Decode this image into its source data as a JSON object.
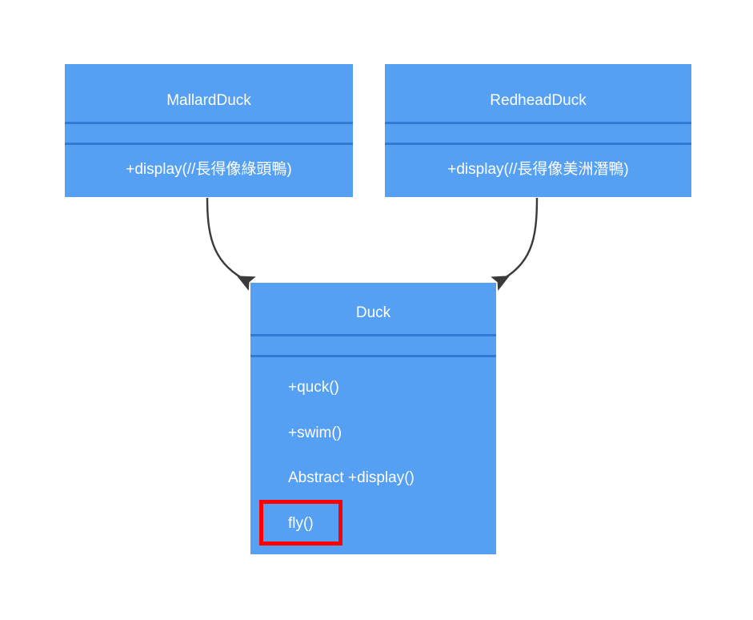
{
  "diagram": {
    "title": "Duck class hierarchy UML diagram",
    "background_color": "#ffffff",
    "box_fill_color": "#55a0f2",
    "box_separator_color": "#2f7ad4",
    "text_color": "#ffffff",
    "arrow_color": "#3a3a3a",
    "highlight_color": "#ff0000"
  },
  "classes": {
    "mallard_duck": {
      "name": "MallardDuck",
      "attributes": [],
      "methods": [
        "+display(//長得像綠頭鴨)"
      ]
    },
    "redhead_duck": {
      "name": "RedheadDuck",
      "attributes": [],
      "methods": [
        "+display(//長得像美洲潛鴨)"
      ]
    },
    "duck": {
      "name": "Duck",
      "attributes": [],
      "methods": [
        "+quck()",
        "+swim()",
        "Abstract +display()",
        "fly()"
      ],
      "highlighted_method": "fly()"
    }
  },
  "relationships": [
    {
      "from": "MallardDuck",
      "to": "Duck",
      "type": "inheritance-arrow"
    },
    {
      "from": "RedheadDuck",
      "to": "Duck",
      "type": "inheritance-arrow"
    }
  ]
}
